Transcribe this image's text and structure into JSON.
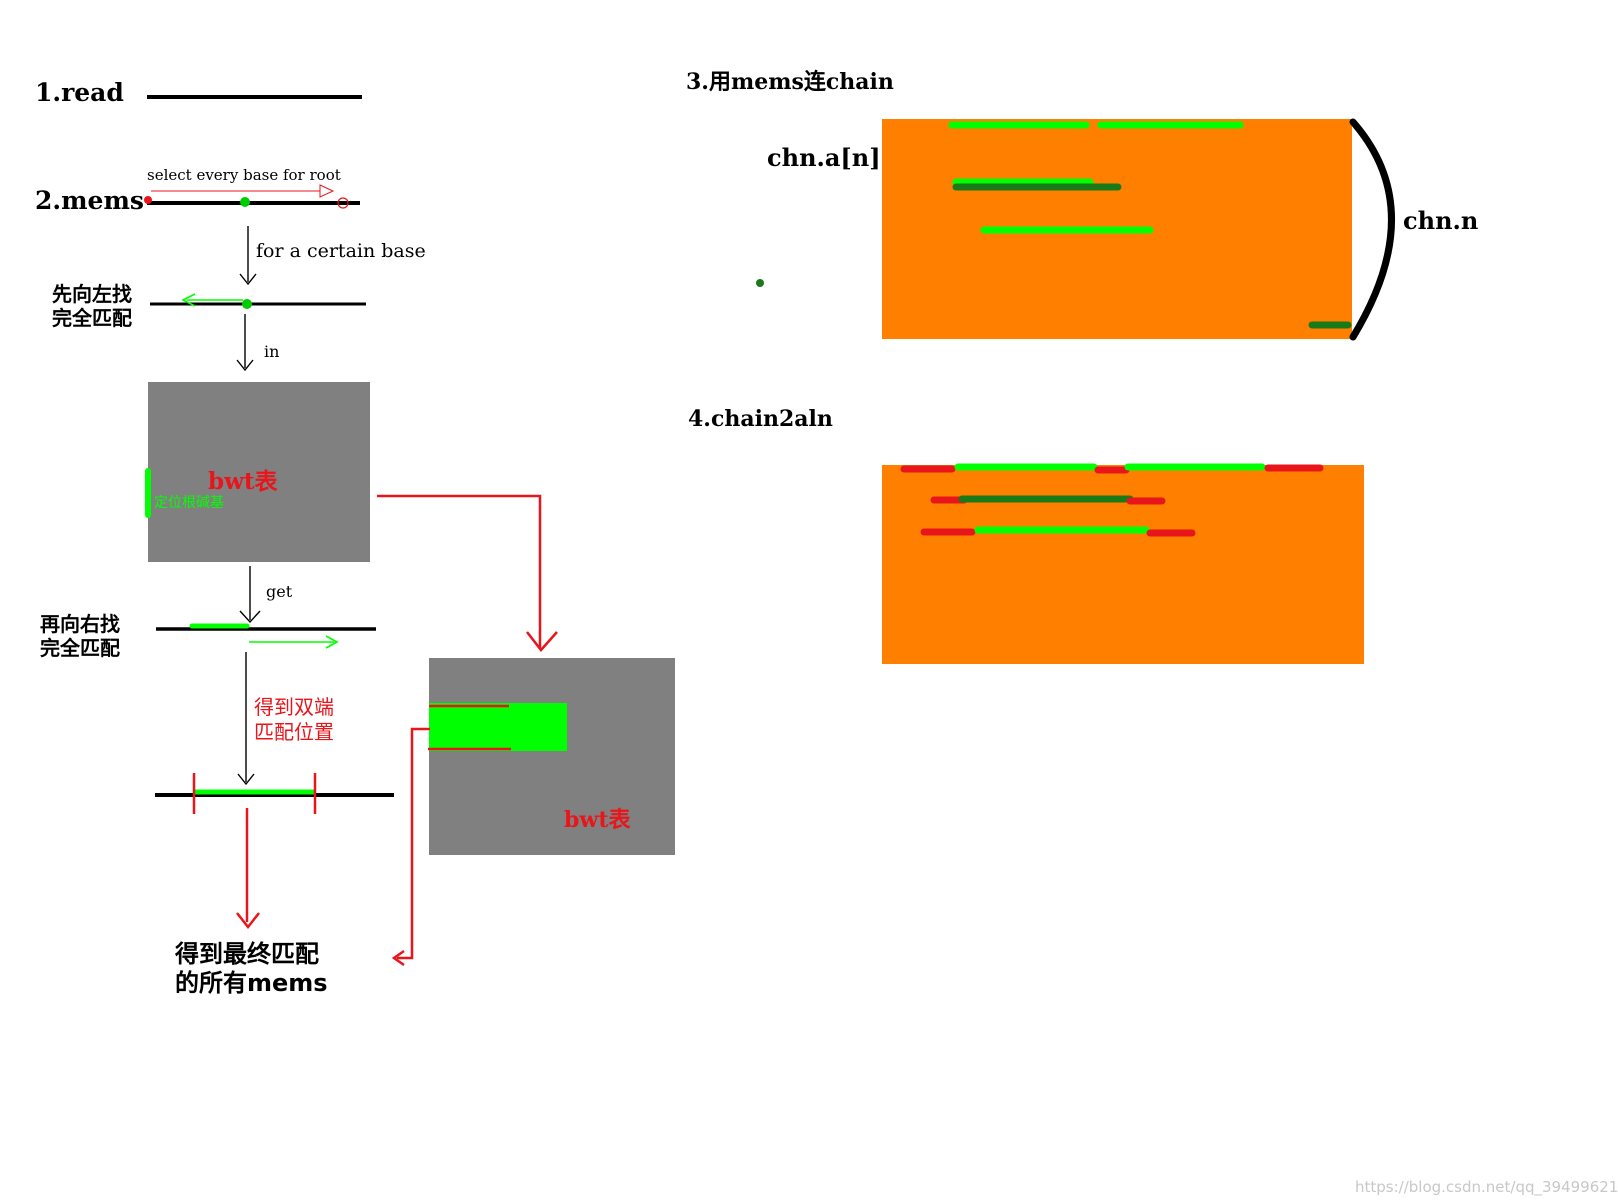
{
  "steps": {
    "read": "1.read",
    "mems": "2.mems",
    "chain": "3.用mems连chain",
    "aln": "4.chain2aln"
  },
  "mems": {
    "select_note": "select every base for root",
    "for_base": "for a certain base",
    "left_search": "先向左找\n完全匹配",
    "in": "in",
    "bwt_table": "bwt表",
    "locate_root": "定位根碱基",
    "get": "get",
    "right_search": "再向右找\n完全匹配",
    "both_ends": "得到双端\n匹配位置",
    "bwt_table_2": "bwt表",
    "final": "得到最终匹配\n的所有mems"
  },
  "chain": {
    "array_label": "chn.a[n]",
    "count_label": "chn.n"
  },
  "watermark": "https://blog.csdn.net/qq_39499621",
  "colors": {
    "black": "#000000",
    "green": "#00ff00",
    "dark_green": "#1a7a1a",
    "red": "#e8151b",
    "gray": "#808080",
    "orange": "#ff8000"
  }
}
